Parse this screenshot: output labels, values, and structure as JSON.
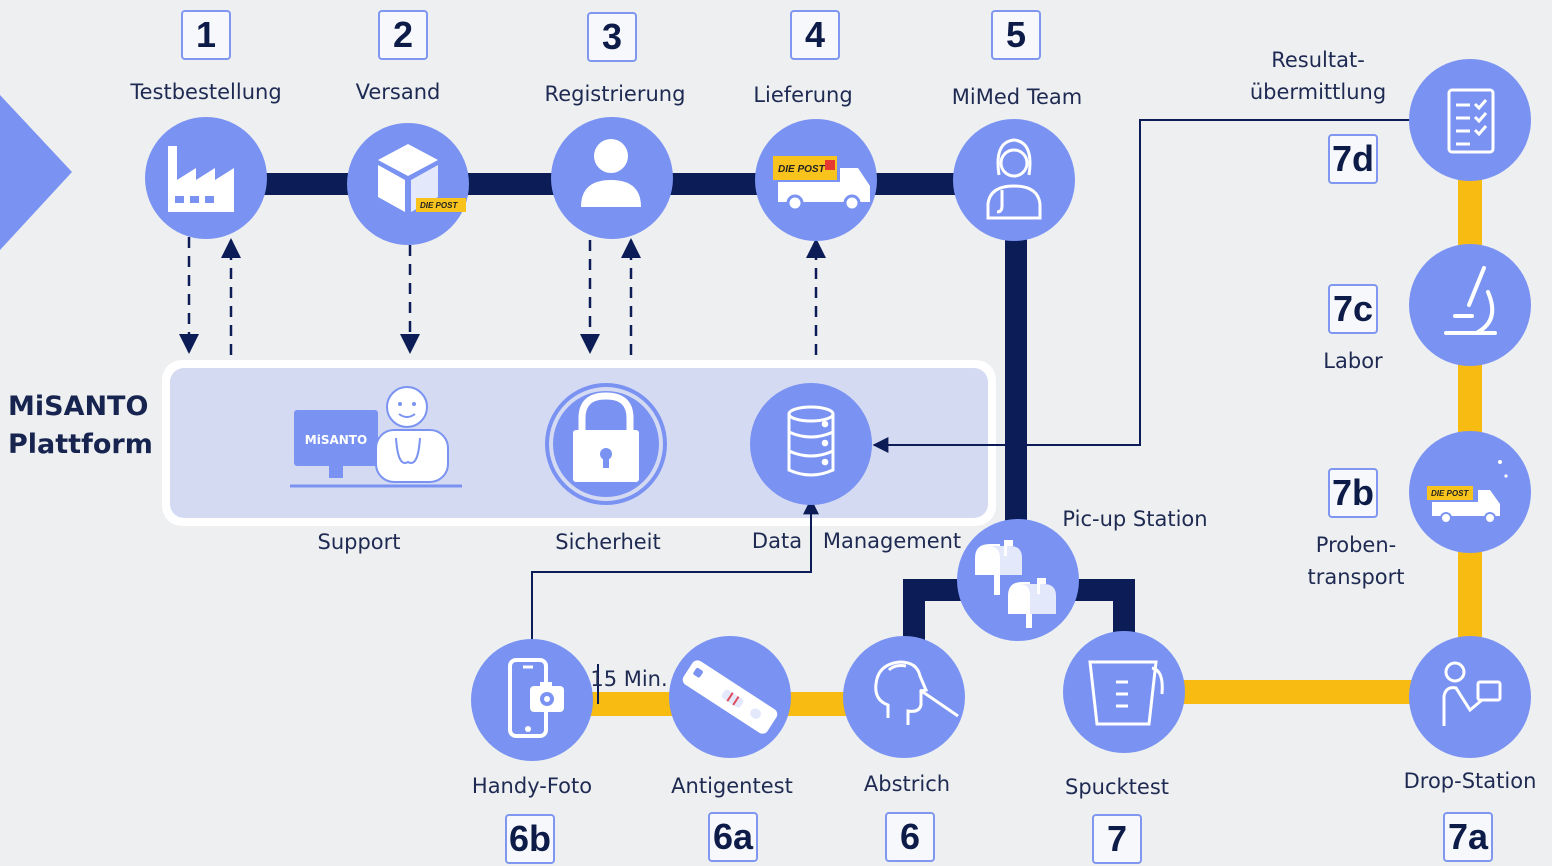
{
  "platform": {
    "line1": "MiSANTO",
    "line2": "Plattform"
  },
  "steps": {
    "s1": {
      "num": "1",
      "label": "Testbestellung"
    },
    "s2": {
      "num": "2",
      "label": "Versand"
    },
    "s3": {
      "num": "3",
      "label": "Registrierung"
    },
    "s4": {
      "num": "4",
      "label": "Lieferung"
    },
    "s5": {
      "num": "5",
      "label": "MiMed Team"
    },
    "s6": {
      "num": "6",
      "label": "Abstrich"
    },
    "s6a": {
      "num": "6a",
      "label": "Antigentest"
    },
    "s6b": {
      "num": "6b",
      "label": "Handy-Foto"
    },
    "s7": {
      "num": "7",
      "label": "Spucktest"
    },
    "s7a": {
      "num": "7a",
      "label": "Drop-Station"
    },
    "s7b": {
      "num": "7b",
      "label_l1": "Proben-",
      "label_l2": "transport"
    },
    "s7c": {
      "num": "7c",
      "label": "Labor"
    },
    "s7d": {
      "num": "7d",
      "label_l1": "Resultat-",
      "label_l2": "übermittlung"
    }
  },
  "services": {
    "support": "Support",
    "security": "Sicherheit",
    "data": "Data",
    "management": "Management"
  },
  "pickup": "Pic-up Station",
  "wait": "15 Min.",
  "misanto_screen": "MiSANTO",
  "post_brand": "DIE POST",
  "colors": {
    "navy": "#0c1c56",
    "yellow": "#f8bb12",
    "circle": "#7a93f2",
    "panel": "#d5daf3",
    "accent": "#5e7cf0"
  }
}
